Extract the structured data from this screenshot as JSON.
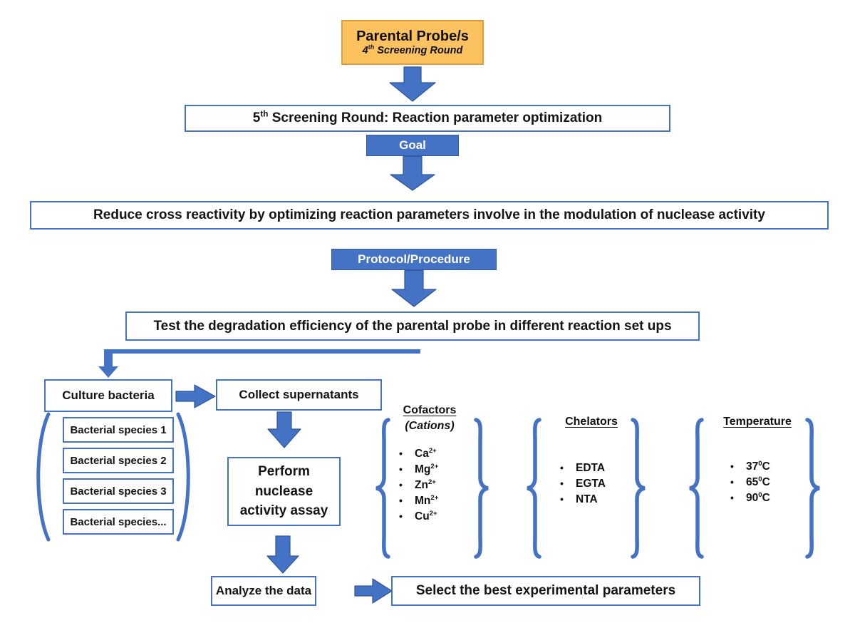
{
  "colors": {
    "accent_blue": "#4472C4",
    "accent_blue_dark": "#2F5597",
    "orange_fill": "#FBC25F",
    "orange_border": "#DF9E3B",
    "text": "#141414",
    "box_bg": "#FFFFFF"
  },
  "glyphs": {
    "bullet": "•"
  },
  "top_box": {
    "title": "Parental Probe/s",
    "sub_num": "4",
    "sub_sup": "th",
    "sub_rest": " Screening Round"
  },
  "round5": {
    "num": "5",
    "sup": "th",
    "rest": " Screening Round: Reaction parameter optimization"
  },
  "goal": {
    "label": "Goal",
    "text": "Reduce cross reactivity by optimizing reaction parameters involve in the modulation of nuclease activity"
  },
  "protocol": {
    "label": "Protocol/Procedure",
    "text": "Test the degradation efficiency of the parental probe in different reaction set ups"
  },
  "steps": {
    "culture": "Culture bacteria",
    "collect": "Collect supernatants",
    "perform": "Perform nuclease activity assay",
    "analyze": "Analyze the data",
    "select": "Select the best experimental parameters"
  },
  "bacteria": {
    "items": [
      "Bacterial species 1",
      "Bacterial species 2",
      "Bacterial species 3",
      "Bacterial species..."
    ]
  },
  "cofactors": {
    "heading": "Cofactors",
    "subheading": "(Cations)",
    "items": [
      {
        "base": "Ca",
        "sup": "2+"
      },
      {
        "base": "Mg",
        "sup": "2+"
      },
      {
        "base": "Zn",
        "sup": "2+"
      },
      {
        "base": "Mn",
        "sup": "2+"
      },
      {
        "base": "Cu",
        "sup": "2+"
      }
    ]
  },
  "chelators": {
    "heading": "Chelators",
    "items": [
      "EDTA",
      "EGTA",
      "NTA"
    ]
  },
  "temperature": {
    "heading": "Temperature",
    "items": [
      {
        "base": "37",
        "sup": "0",
        "tail": "C"
      },
      {
        "base": "65",
        "sup": "0",
        "tail": "C"
      },
      {
        "base": "90",
        "sup": "0",
        "tail": "C"
      }
    ]
  }
}
